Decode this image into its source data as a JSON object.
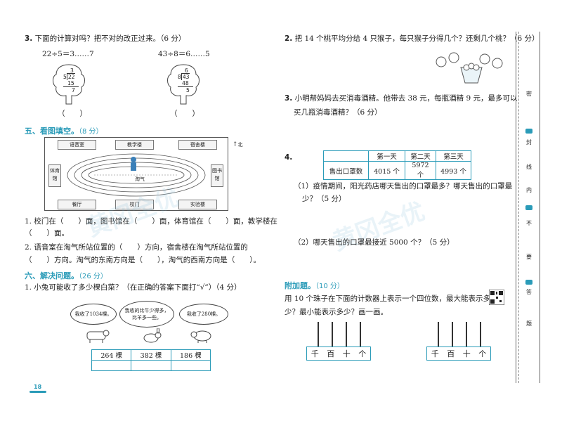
{
  "left": {
    "q3": {
      "num": "3.",
      "text": "下面的计算对吗？把不对的改正过来。（6 分）",
      "eq1": "22÷5＝3……7",
      "eq2": "43÷8＝6……5",
      "tree1": {
        "divisor": "5",
        "dividend": "22",
        "quotient": "3",
        "product": "15",
        "remainder": "7"
      },
      "tree2": {
        "divisor": "8",
        "dividend": "43",
        "quotient": "6",
        "product": "48",
        "remainder": "5"
      },
      "blank1": "（　　）",
      "blank2": "（　　）"
    },
    "section5": {
      "title": "五、看图填空。",
      "points": "（8 分）",
      "map": {
        "north": "北",
        "rooms_top": [
          "语音室",
          "教学楼",
          "宿舍楼"
        ],
        "rooms_bottom": [
          "餐厅",
          "校门",
          "实验楼"
        ],
        "left_room": "体育馆",
        "right_room": "图书馆",
        "center_label": "淘气"
      },
      "q1": "1. 校门在（　　）面，图书馆在（　　）面，体育馆在（　　）面，教学楼在",
      "q1b": "（　　）面。",
      "q2": "2. 语音室在淘气所站位置的（　　）方向，宿舍楼在淘气所站位置的",
      "q2b": "（　　）方向。淘气的东南方向是（　　），淘气的西南方向是（　　）。"
    },
    "section6": {
      "title": "六、解决问题。",
      "points": "（26 分）",
      "q1": "1. 小兔可能收了多少棵白菜？（在正确的答案下面打“√”）（4 分）",
      "clouds": [
        "我收了1034棵。",
        "我收的比牛少得多，比羊多一些。",
        "我收了280棵。"
      ],
      "options": [
        "264 棵",
        "382 棵",
        "186 棵"
      ]
    },
    "page_num": "18"
  },
  "right": {
    "q2": {
      "num": "2.",
      "text": "把 14 个桃平均分给 4 只猴子，每只猴子分得几个？还剩几个桃？（6 分）"
    },
    "q3": {
      "num": "3.",
      "text1": "小明帮妈妈去买消毒酒精。他带去 38 元，每瓶酒精 9 元，最多可以",
      "text2": "买几瓶消毒酒精？（6 分）"
    },
    "q4": {
      "num": "4.",
      "table": {
        "header": [
          "",
          "第一天",
          "第二天",
          "第三天"
        ],
        "row": [
          "售出口罩数",
          "4015 个",
          "5972 个",
          "4993 个"
        ]
      },
      "sub1a": "（1）疫情期间，阳光药店哪天售出的口罩最多？哪天售出的口罩最",
      "sub1b": "少？（5 分）",
      "sub2": "（2）哪天售出的口罩最接近 5000 个？（5 分）"
    },
    "bonus": {
      "title": "附加题。",
      "points": "（10 分）",
      "text1": "用 10 个珠子在下面的计数器上表示一个四位数，最大能表示多",
      "text2": "少？最小能表示多少？画一画。",
      "abacus_labels": [
        "千",
        "百",
        "十",
        "个"
      ]
    }
  },
  "side": {
    "chars": [
      "密",
      "封",
      "线",
      "内",
      "不",
      "要",
      "答",
      "题"
    ]
  },
  "watermark": "黄冈全优"
}
